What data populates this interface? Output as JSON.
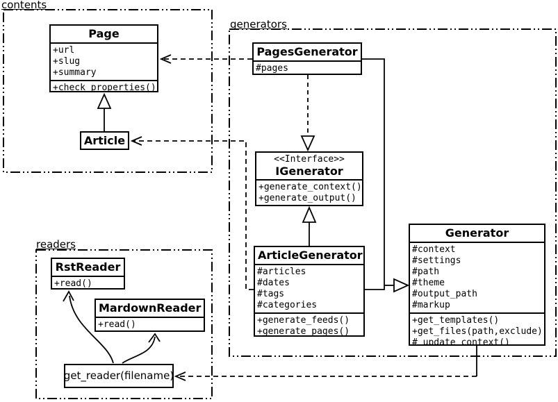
{
  "diagram": {
    "background_color": "#ffffff",
    "line_color": "#000000",
    "box_fill_color": "#ffffff"
  },
  "packages": {
    "contents": {
      "label": "contents"
    },
    "generators": {
      "label": "generators"
    },
    "readers": {
      "label": "readers"
    }
  },
  "classes": {
    "page": {
      "name": "Page",
      "attributes": [
        "+url",
        "+slug",
        "+summary"
      ],
      "methods": [
        "+check_properties()"
      ]
    },
    "article": {
      "name": "Article"
    },
    "pages_generator": {
      "name": "PagesGenerator",
      "attributes": [
        "#pages"
      ]
    },
    "igenerator": {
      "stereotype": "<<Interface>>",
      "name": "IGenerator",
      "methods": [
        "+generate_context()",
        "+generate_output()"
      ]
    },
    "article_generator": {
      "name": "ArticleGenerator",
      "attributes": [
        "#articles",
        "#dates",
        "#tags",
        "#categories"
      ],
      "methods": [
        "+generate_feeds()",
        "+generate_pages()"
      ]
    },
    "generator": {
      "name": "Generator",
      "attributes": [
        "#context",
        "#settings",
        "#path",
        "#theme",
        "#output_path",
        "#markup"
      ],
      "methods": [
        "+get_templates()",
        "+get_files(path,exclude)",
        "#_update_context()"
      ]
    },
    "rst_reader": {
      "name": "RstReader",
      "methods": [
        "+read()"
      ]
    },
    "mardown_reader": {
      "name": "MardownReader",
      "methods": [
        "+read()"
      ]
    },
    "get_reader": {
      "label": "get_reader(filename)"
    }
  },
  "edges": [
    {
      "from": "Article",
      "to": "Page",
      "type": "generalization"
    },
    {
      "from": "PagesGenerator",
      "to": "Page",
      "type": "dependency"
    },
    {
      "from": "ArticleGenerator",
      "to": "Article",
      "type": "dependency"
    },
    {
      "from": "PagesGenerator",
      "to": "IGenerator",
      "type": "realization"
    },
    {
      "from": "ArticleGenerator",
      "to": "IGenerator",
      "type": "generalization"
    },
    {
      "from": "PagesGenerator",
      "to": "Generator",
      "type": "generalization"
    },
    {
      "from": "ArticleGenerator",
      "to": "Generator",
      "type": "generalization"
    },
    {
      "from": "Generator",
      "to": "get_reader(filename)",
      "type": "dependency"
    },
    {
      "from": "get_reader(filename)",
      "to": "RstReader",
      "type": "arrow"
    },
    {
      "from": "get_reader(filename)",
      "to": "MardownReader",
      "type": "arrow"
    }
  ]
}
